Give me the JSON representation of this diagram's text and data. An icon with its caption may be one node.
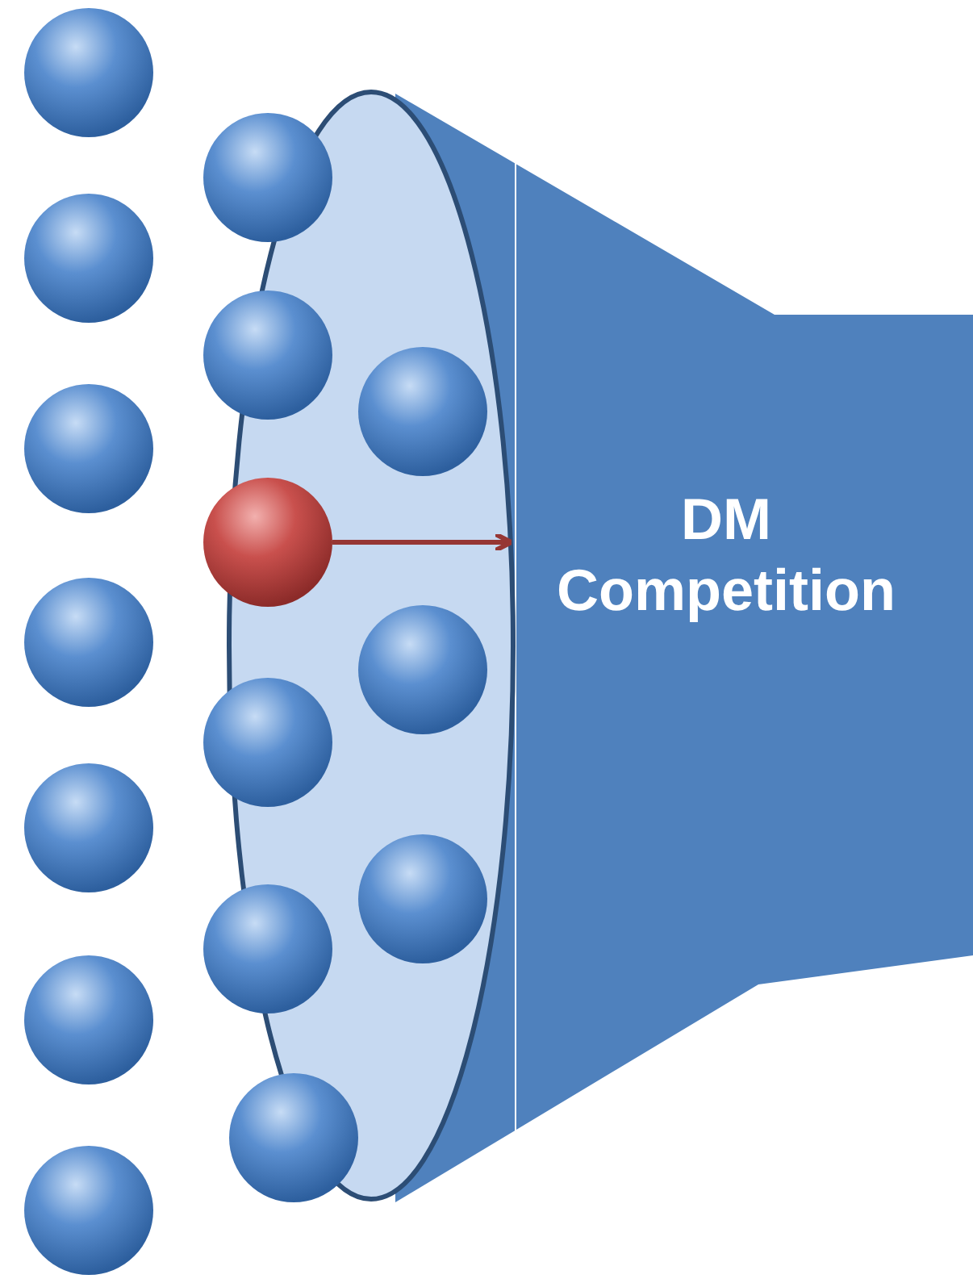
{
  "diagram": {
    "nodes": [
      {
        "text": [
          "DM Competition"
        ]
      },
      {
        "text": [],
        "shape": "circle"
      }
    ],
    "edges": [
      {
        "from": 1,
        "to": 0,
        "arrow": "to"
      }
    ]
  }
}
